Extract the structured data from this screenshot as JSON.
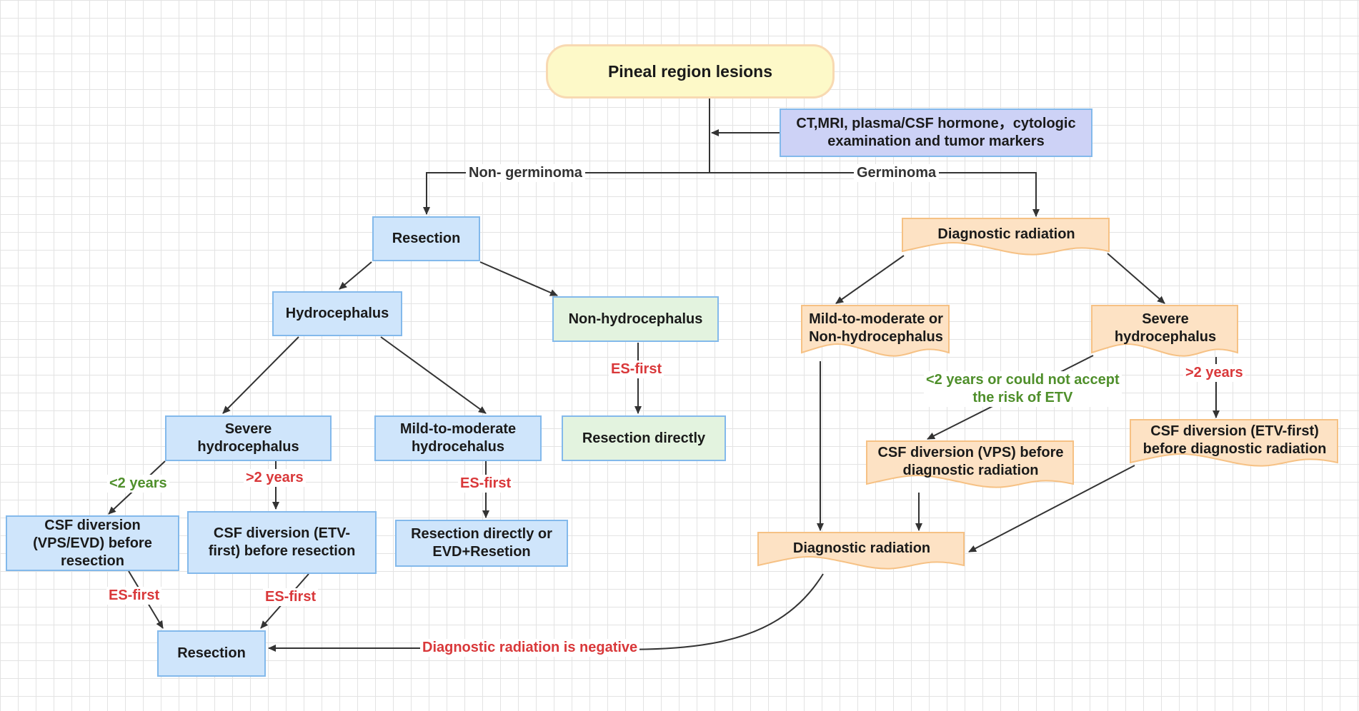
{
  "colors": {
    "blue_fill": "#cfe5fb",
    "blue_border": "#83b9eb",
    "orange_fill": "#fde2c4",
    "orange_border": "#f6c184",
    "green_fill": "#e3f3df",
    "purple_fill": "#cdd2f6",
    "root_fill": "#fdf9c8",
    "red_text": "#d9383a",
    "green_text": "#4f8f2b",
    "arrow": "#333333"
  },
  "nodes": {
    "root": "Pineal region lesions",
    "exams": [
      "CT,MRI, plasma/CSF hormone，cytologic",
      "examination  and tumor markers"
    ],
    "resection_top": "Resection",
    "hydrocephalus": "Hydrocephalus",
    "non_hydrocephalus": "Non-hydrocephalus",
    "severe_hydro_left": [
      "Severe",
      "hydrocephalus"
    ],
    "mild_hydro_left": [
      "Mild-to-moderate",
      "hydrocehalus"
    ],
    "resection_directly": "Resection directly",
    "csf_vps_evd": [
      "CSF diversion",
      "(VPS/EVD) before",
      "resection"
    ],
    "csf_etv_resection": [
      "CSF diversion (ETV-",
      "first) before resection"
    ],
    "resection_or_evd": [
      "Resection directly or",
      "EVD+Resetion"
    ],
    "resection_bottom": "Resection",
    "diag_rad_top": "Diagnostic radiation",
    "mild_non_hydro": [
      "Mild-to-moderate or",
      "Non-hydrocephalus"
    ],
    "severe_hydro_right": [
      "Severe",
      "hydrocephalus"
    ],
    "csf_vps_radiation": [
      "CSF diversion (VPS) before",
      "diagnostic radiation"
    ],
    "csf_etv_radiation": [
      "CSF diversion (ETV-first)",
      "before diagnostic radiation"
    ],
    "diag_rad_bottom": "Diagnostic radiation"
  },
  "labels": {
    "non_germinoma": "Non- germinoma",
    "germinoma": "Germinoma",
    "es_first_1": "ES-first",
    "es_first_2": "ES-first",
    "es_first_3": "ES-first",
    "es_first_4": "ES-first",
    "lt2_left": "<2 years",
    "gt2_left": ">2 years",
    "lt2_right": [
      "<2 years or could not accept",
      "the risk of ETV"
    ],
    "gt2_right": ">2 years",
    "negative": "Diagnostic radiation is negative"
  }
}
